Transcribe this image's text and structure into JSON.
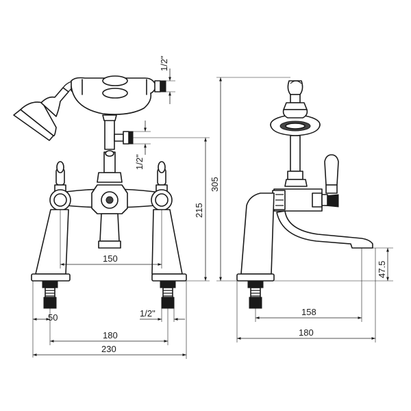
{
  "front_view": {
    "dimensions": {
      "thread_top": "1/2\"",
      "thread_side": "1/2\"",
      "spout_reach": "150",
      "tail_offset": "50",
      "inlet_thread": "1/2\"",
      "centres": "180",
      "overall_width": "230",
      "height_to_outlet": "215"
    }
  },
  "side_view": {
    "dimensions": {
      "overall_height": "305",
      "spout_height": "47.5",
      "spout_projection": "158",
      "overall_depth": "180"
    }
  }
}
